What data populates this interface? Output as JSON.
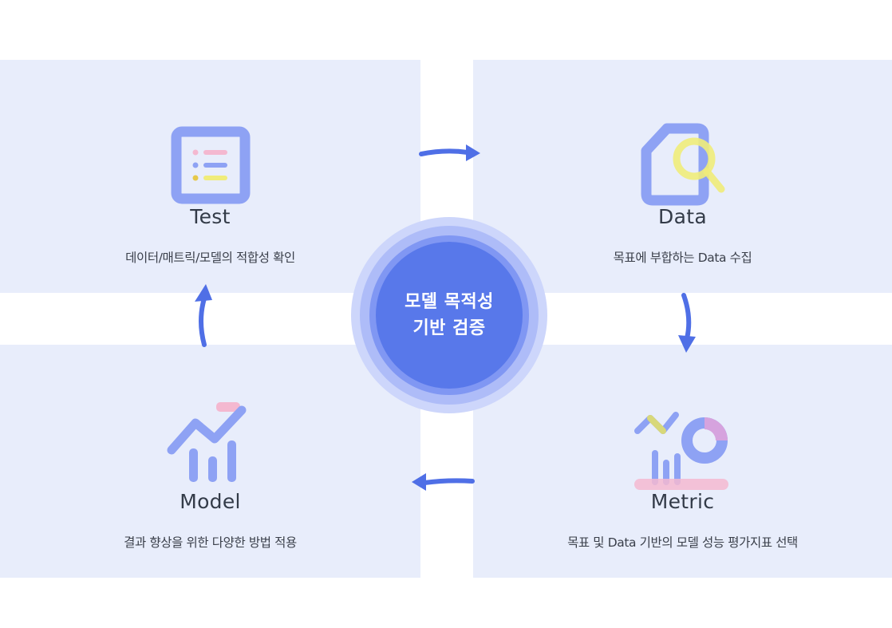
{
  "center": {
    "line1": "모델 목적성",
    "line2": "기반 검증"
  },
  "panels": {
    "test": {
      "title": "Test",
      "desc": "데이터/매트릭/모델의 적합성 확인"
    },
    "data": {
      "title": "Data",
      "desc": "목표에 부합하는 Data 수집"
    },
    "model": {
      "title": "Model",
      "desc": "결과 향상을 위한 다양한 방법 적용"
    },
    "metric": {
      "title": "Metric",
      "desc": "목표 및 Data 기반의 모델 성능 평가지표 선택"
    }
  },
  "icons": {
    "test": "checklist-icon",
    "data": "document-search-icon",
    "model": "growth-chart-icon",
    "metric": "analytics-chart-icon"
  },
  "colors": {
    "panel_bg": "#e8edfb",
    "accent": "#5878ea",
    "icon_blue": "#8ea2f4",
    "icon_pink": "#f4b8d0",
    "icon_yellow": "#f0ec7a"
  }
}
